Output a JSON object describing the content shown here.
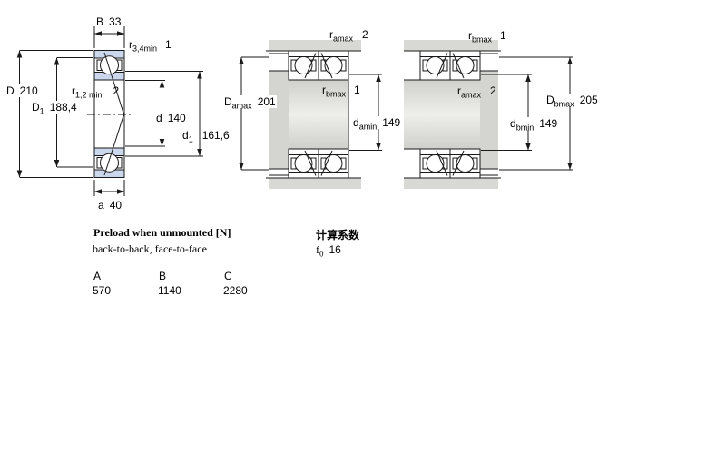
{
  "drawing": {
    "left": {
      "B": {
        "base": "B",
        "value": "33"
      },
      "r34": {
        "base": "r",
        "sub": "3,4min",
        "value": "1"
      },
      "D": {
        "base": "D",
        "value": "210"
      },
      "r12": {
        "base": "r",
        "sub": "1,2 min",
        "value": "2"
      },
      "D1": {
        "base": "D",
        "sub": "1",
        "value": "188,4"
      },
      "d": {
        "base": "d",
        "value": "140"
      },
      "d1": {
        "base": "d",
        "sub": "1",
        "value": "161,6"
      },
      "a": {
        "base": "a",
        "value": "40"
      }
    },
    "middle": {
      "ramax": {
        "base": "r",
        "sub": "amax",
        "value": "2"
      },
      "Damax": {
        "base": "D",
        "sub": "amax",
        "value": "201"
      },
      "rbmax": {
        "base": "r",
        "sub": "bmax",
        "value": "1"
      },
      "damin": {
        "base": "d",
        "sub": "amin",
        "value": "149"
      }
    },
    "right": {
      "rbmax": {
        "base": "r",
        "sub": "bmax",
        "value": "1"
      },
      "ramax": {
        "base": "r",
        "sub": "amax",
        "value": "2"
      },
      "Dbmax": {
        "base": "D",
        "sub": "bmax",
        "value": "205"
      },
      "dbmin": {
        "base": "d",
        "sub": "bmin",
        "value": "149"
      }
    }
  },
  "preload": {
    "title": "Preload when unmounted [N]",
    "subtitle": "back-to-back, face-to-face",
    "columns": [
      "A",
      "B",
      "C"
    ],
    "values": [
      "570",
      "1140",
      "2280"
    ]
  },
  "factors": {
    "title": "计算系数",
    "f_base": "f",
    "f_sub": "0",
    "f_value": "16"
  },
  "colors": {
    "bearing_ring_fill": "#cbd7ec",
    "metal_fill": "#d8d8d5",
    "line": "#1a1a1a"
  }
}
